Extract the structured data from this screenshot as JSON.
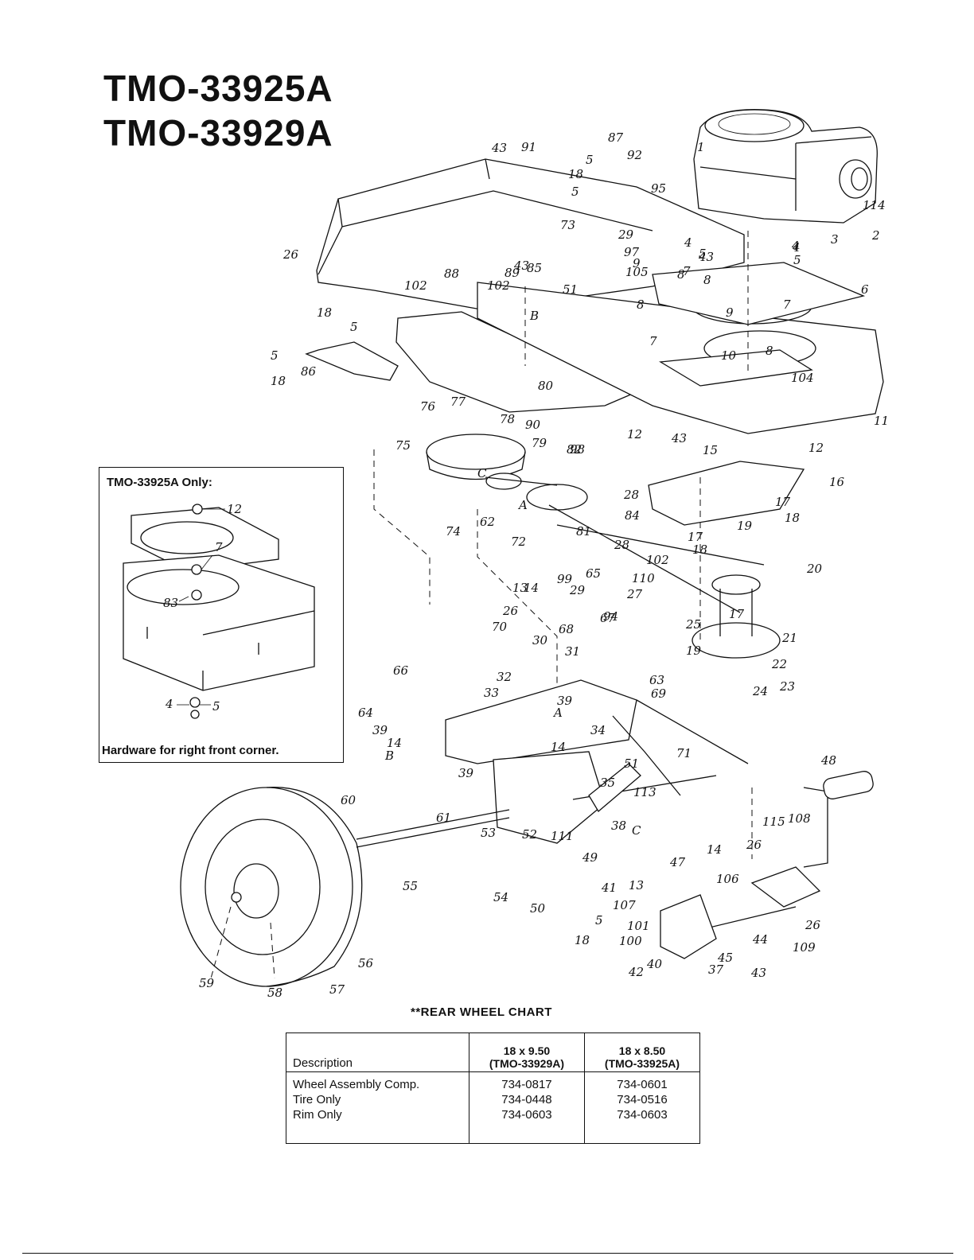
{
  "titles": [
    "TMO-33925A",
    "TMO-33929A"
  ],
  "inset": {
    "title": "TMO-33925A Only:",
    "caption": "Hardware for right front corner.",
    "part_numbers": [
      "12",
      "7",
      "83",
      "4",
      "5"
    ]
  },
  "part_numbers": [
    "1",
    "2",
    "3",
    "4",
    "4",
    "4",
    "5",
    "5",
    "5",
    "5",
    "5",
    "5",
    "5",
    "6",
    "7",
    "7",
    "7",
    "8",
    "8",
    "8",
    "8",
    "9",
    "9",
    "10",
    "11",
    "12",
    "12",
    "13",
    "13",
    "14",
    "14",
    "14",
    "14",
    "15",
    "16",
    "17",
    "17",
    "17",
    "18",
    "18",
    "18",
    "18",
    "18",
    "18",
    "19",
    "19",
    "20",
    "21",
    "22",
    "23",
    "24",
    "25",
    "26",
    "26",
    "26",
    "26",
    "27",
    "28",
    "28",
    "29",
    "29",
    "30",
    "31",
    "32",
    "33",
    "34",
    "35",
    "37",
    "38",
    "39",
    "39",
    "39",
    "40",
    "41",
    "42",
    "43",
    "43",
    "43",
    "43",
    "43",
    "44",
    "45",
    "47",
    "48",
    "49",
    "50",
    "51",
    "51",
    "52",
    "53",
    "54",
    "55",
    "56",
    "57",
    "58",
    "59",
    "60",
    "61",
    "62",
    "63",
    "64",
    "65",
    "66",
    "67",
    "68",
    "69",
    "70",
    "71",
    "72",
    "73",
    "74",
    "75",
    "76",
    "77",
    "78",
    "79",
    "80",
    "81",
    "82",
    "84",
    "85",
    "86",
    "87",
    "88",
    "89",
    "90",
    "91",
    "92",
    "94",
    "95",
    "97",
    "98",
    "99",
    "100",
    "101",
    "102",
    "102",
    "102",
    "104",
    "105",
    "106",
    "107",
    "108",
    "109",
    "110",
    "111",
    "113",
    "114",
    "115",
    "A",
    "A",
    "B",
    "B",
    "C",
    "C"
  ],
  "rear_wheel_chart": {
    "title": "**REAR WHEEL CHART",
    "columns": [
      {
        "label": "Description",
        "code": ""
      },
      {
        "label": "18 x 9.50",
        "code": "(TMO-33929A)"
      },
      {
        "label": "18 x 8.50",
        "code": "(TMO-33925A)"
      }
    ],
    "rows": [
      [
        "Wheel Assembly Comp.",
        "734-0817",
        "734-0601"
      ],
      [
        "Tire Only",
        "734-0448",
        "734-0516"
      ],
      [
        "Rim Only",
        "734-0603",
        "734-0603"
      ]
    ]
  }
}
